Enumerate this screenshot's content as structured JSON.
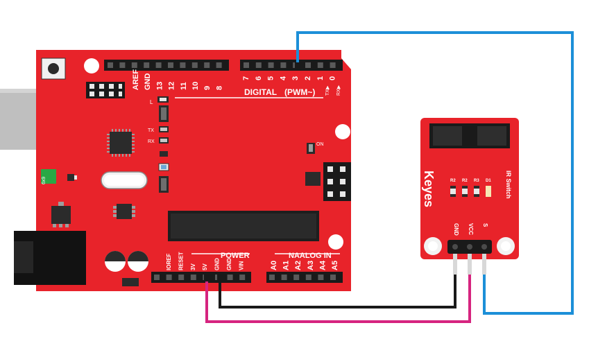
{
  "board": {
    "color": "#e8232a",
    "top_header": {
      "left_labels": [
        "AREF",
        "GND",
        "13",
        "12",
        "11",
        "10",
        "9",
        "8"
      ],
      "right_labels": [
        "7",
        "6",
        "5",
        "4",
        "3",
        "2",
        "1",
        "0"
      ],
      "tx_label": "TX▶",
      "rx_label": "RX▶",
      "digital_label": "DIGITAL",
      "pwm_label": "(PWM~)"
    },
    "leds": {
      "l": "L",
      "tx": "TX",
      "rx": "RX",
      "on": "ON"
    },
    "crystal_label": "6x9",
    "power_section": {
      "title": "POWER",
      "pins": [
        "IOREF",
        "RESET",
        "3V",
        "5V",
        "GND",
        "GND",
        "VIN"
      ]
    },
    "analog_section": {
      "title": "NAALOG IN",
      "pins": [
        "A0",
        "A1",
        "A2",
        "A3",
        "A4",
        "A5"
      ]
    }
  },
  "module": {
    "color": "#e8232a",
    "brand": "Keyes",
    "name": "IR Switch",
    "components": [
      "R2",
      "R2",
      "R3",
      "D1"
    ],
    "pins": [
      "GND",
      "VCC",
      "S"
    ]
  },
  "wires": {
    "signal": {
      "color": "#1c8fd8",
      "from": "3",
      "to": "S"
    },
    "ground": {
      "color": "#1a1a1a",
      "from": "GND",
      "to": "GND"
    },
    "power": {
      "color": "#d6247f",
      "from": "5V",
      "to": "VCC"
    }
  }
}
